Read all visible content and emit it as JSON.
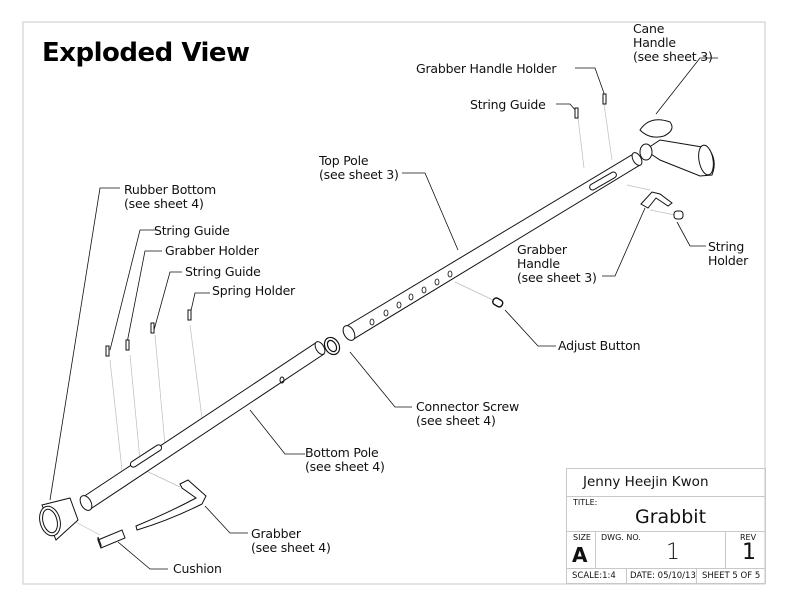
{
  "drawing": {
    "title": "Exploded View",
    "parts": [
      {
        "id": "cane-handle",
        "lines": [
          "Cane",
          "Handle",
          "(see sheet 3)"
        ]
      },
      {
        "id": "grabber-handle-holder",
        "lines": [
          "Grabber Handle Holder"
        ]
      },
      {
        "id": "string-guide-top",
        "lines": [
          "String Guide"
        ]
      },
      {
        "id": "top-pole",
        "lines": [
          "Top Pole",
          "(see sheet 3)"
        ]
      },
      {
        "id": "rubber-bottom",
        "lines": [
          "Rubber Bottom",
          "(see sheet 4)"
        ]
      },
      {
        "id": "string-guide-1",
        "lines": [
          "String Guide"
        ]
      },
      {
        "id": "grabber-holder",
        "lines": [
          "Grabber Holder"
        ]
      },
      {
        "id": "string-guide-2",
        "lines": [
          "String Guide"
        ]
      },
      {
        "id": "spring-holder",
        "lines": [
          "Spring Holder"
        ]
      },
      {
        "id": "grabber-handle",
        "lines": [
          "Grabber",
          "Handle",
          "(see sheet 3)"
        ]
      },
      {
        "id": "string-holder",
        "lines": [
          "String",
          "Holder"
        ]
      },
      {
        "id": "adjust-button",
        "lines": [
          "Adjust Button"
        ]
      },
      {
        "id": "connector-screw",
        "lines": [
          "Connector Screw",
          "(see sheet 4)"
        ]
      },
      {
        "id": "bottom-pole",
        "lines": [
          "Bottom Pole",
          "(see sheet 4)"
        ]
      },
      {
        "id": "grabber",
        "lines": [
          "Grabber",
          "(see sheet 4)"
        ]
      },
      {
        "id": "cushion",
        "lines": [
          "Cushion"
        ]
      }
    ]
  },
  "title_block": {
    "author": "Jenny Heejin Kwon",
    "title_label": "TITLE:",
    "title": "Grabbit",
    "size_label": "SIZE",
    "size": "A",
    "dwg_no_label": "DWG. NO.",
    "dwg_no": "1",
    "rev_label": "REV",
    "rev": "1",
    "scale": "SCALE:1:4",
    "date": "DATE: 05/10/13",
    "sheet": "SHEET 5 OF 5"
  }
}
